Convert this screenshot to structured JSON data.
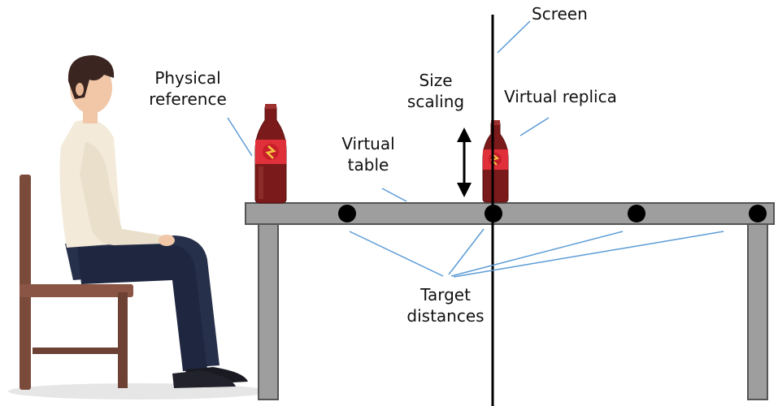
{
  "labels": {
    "screen": "Screen",
    "physical_reference": [
      "Physical",
      "reference"
    ],
    "size_scaling": [
      "Size",
      "scaling"
    ],
    "virtual_replica": "Virtual replica",
    "virtual_table": [
      "Virtual",
      "table"
    ],
    "target_distances": [
      "Target",
      "distances"
    ]
  },
  "colors": {
    "table": "#9e9e9e",
    "outline": "#555555",
    "leader": "#5b9bd5",
    "bottle": "#7a1a1a",
    "bottle_label": "#e0303a",
    "chair": "#7a4a3a",
    "shirt": "#f3ead9",
    "trousers": "#27304a",
    "hair": "#3a2520",
    "skin": "#f1c7a8"
  },
  "target_markers": 4
}
